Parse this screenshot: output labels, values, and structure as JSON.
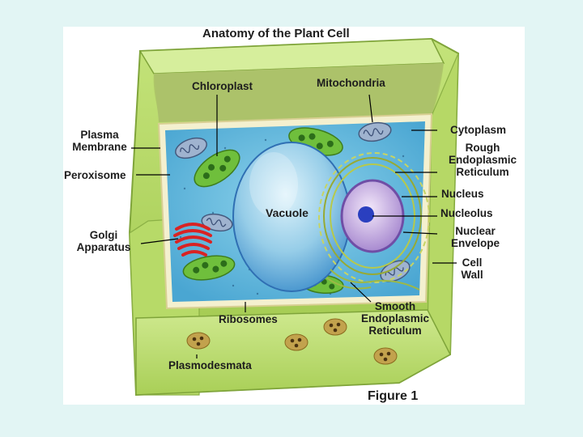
{
  "title": "Anatomy of the Plant Cell",
  "figure_caption": "Figure 1",
  "labels": {
    "chloroplast": "Chloroplast",
    "mitochondria": "Mitochondria",
    "plasma_membrane_1": "Plasma",
    "plasma_membrane_2": "Membrane",
    "peroxisome": "Peroxisome",
    "golgi_1": "Golgi",
    "golgi_2": "Apparatus",
    "vacuole": "Vacuole",
    "cytoplasm": "Cytoplasm",
    "rough_er_1": "Rough",
    "rough_er_2": "Endoplasmic",
    "rough_er_3": "Reticulum",
    "nucleus": "Nucleus",
    "nucleolus": "Nucleolus",
    "nuclear_envelope_1": "Nuclear",
    "nuclear_envelope_2": "Envelope",
    "cell_wall_1": "Cell",
    "cell_wall_2": "Wall",
    "ribosomes": "Ribosomes",
    "smooth_er_1": "Smooth",
    "smooth_er_2": "Endoplasmic",
    "smooth_er_3": "Reticulum",
    "plasmodesmata": "Plasmodesmata"
  }
}
